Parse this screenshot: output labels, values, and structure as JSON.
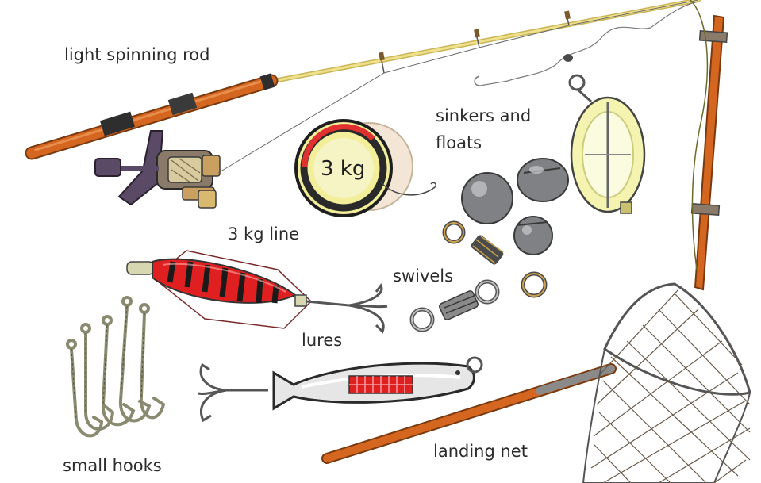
{
  "labels": {
    "rod": "light spinning rod",
    "sinkers_line1": "sinkers and",
    "sinkers_line2": "floats",
    "line": "3 kg line",
    "spool_text": "3 kg",
    "swivels": "swivels",
    "lures": "lures",
    "hooks": "small hooks",
    "net": "landing net"
  },
  "colors": {
    "cork": "#d4661f",
    "blank": "#e8d680",
    "reel": "#5a4a66",
    "lure_red": "#e02020",
    "float_yellow": "#f4f3b0",
    "sinker_grey": "#7f8184",
    "net_handle": "#d4661f"
  }
}
